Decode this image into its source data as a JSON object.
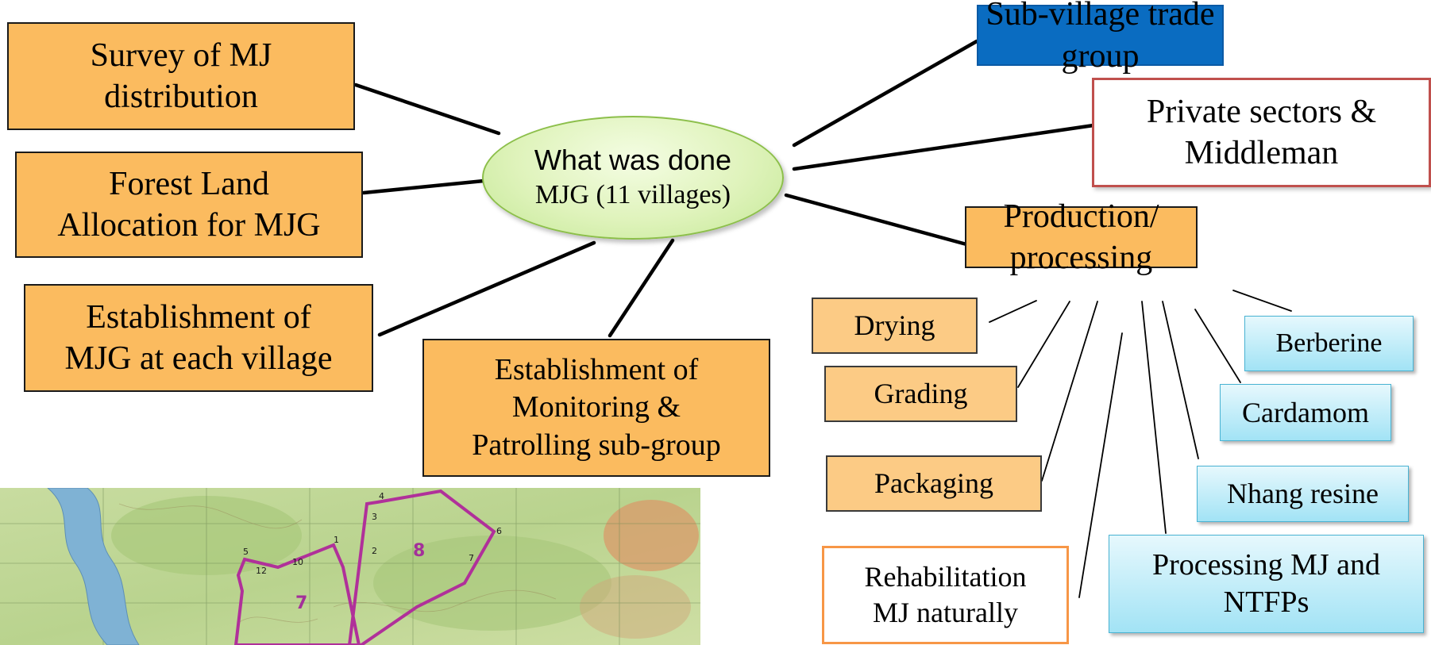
{
  "center": {
    "line1": "What was done",
    "line2": "MJG (11 villages)"
  },
  "left_boxes": [
    {
      "line1": "Survey of MJ",
      "line2": "distribution"
    },
    {
      "line1": "Forest Land",
      "line2": "Allocation for MJG"
    },
    {
      "line1": "Establishment of",
      "line2": "MJG at each village"
    },
    {
      "line1": "Establishment of",
      "line2": "Monitoring &",
      "line3": "Patrolling sub-group"
    }
  ],
  "right_boxes": {
    "sub_village": "Sub-village trade group",
    "private": {
      "line1": "Private sectors &",
      "line2": "Middleman"
    },
    "production": "Production/ processing"
  },
  "process_items": {
    "drying": "Drying",
    "grading": "Grading",
    "packaging": "Packaging",
    "rehab": {
      "line1": "Rehabilitation",
      "line2": "MJ naturally"
    },
    "berberine": "Berberine",
    "cardamom": "Cardamom",
    "nhang": "Nhang resine",
    "processing_mj": {
      "line1": "Processing MJ and",
      "line2": "NTFPs"
    }
  },
  "map": {
    "labels": [
      "4",
      "6",
      "5",
      "12",
      "10",
      "1",
      "7",
      "8",
      "2",
      "3"
    ]
  }
}
